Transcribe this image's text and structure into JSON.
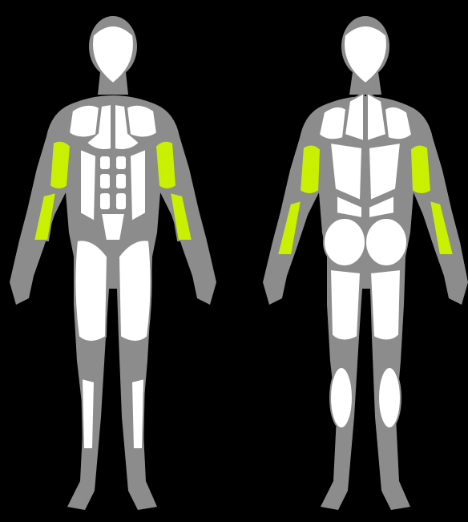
{
  "colors": {
    "background": "#000000",
    "body_base": "#8c8c8c",
    "muscle": "#ffffff",
    "muscle_outline": "#8c8c8c",
    "highlight": "#c8f000"
  },
  "figures": [
    {
      "view": "front",
      "highlighted_muscles": [
        "biceps-left",
        "biceps-right",
        "forearm-left",
        "forearm-right"
      ]
    },
    {
      "view": "back",
      "highlighted_muscles": [
        "triceps-left",
        "triceps-right",
        "forearm-left",
        "forearm-right"
      ]
    }
  ]
}
